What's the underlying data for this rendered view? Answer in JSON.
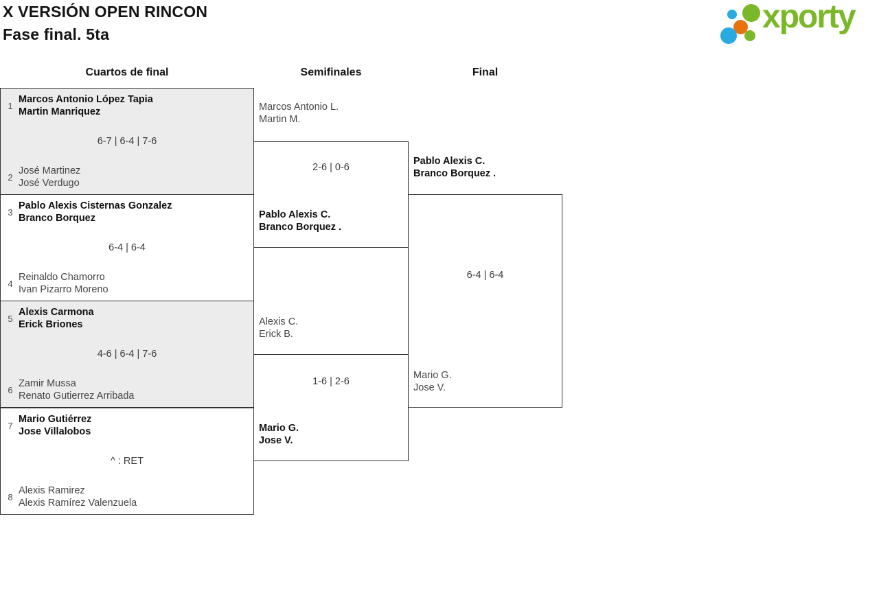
{
  "header": {
    "title": "X VERSIÓN OPEN RINCON",
    "subtitle": "Fase final. 5ta"
  },
  "logo": {
    "brand": "xporty",
    "colors": {
      "green": "#7ab829",
      "blue": "#29abe2",
      "orange": "#e8730e"
    }
  },
  "columns": [
    {
      "label": "Cuartos de final"
    },
    {
      "label": "Semifinales"
    },
    {
      "label": "Final"
    }
  ],
  "quarterfinals": [
    {
      "shaded": true,
      "team1": {
        "seed": "1",
        "players": [
          "Marcos Antonio López Tapia",
          "Martin Manriquez"
        ],
        "winner": true
      },
      "score": "6-7 | 6-4 | 7-6",
      "team2": {
        "seed": "2",
        "players": [
          "José Martinez",
          "José Verdugo"
        ],
        "winner": false
      }
    },
    {
      "shaded": false,
      "team1": {
        "seed": "3",
        "players": [
          "Pablo Alexis Cisternas Gonzalez",
          "Branco Borquez"
        ],
        "winner": true
      },
      "score": "6-4 | 6-4",
      "team2": {
        "seed": "4",
        "players": [
          "Reinaldo Chamorro",
          "Ivan Pizarro Moreno"
        ],
        "winner": false
      }
    },
    {
      "shaded": true,
      "team1": {
        "seed": "5",
        "players": [
          "Alexis Carmona",
          "Erick Briones"
        ],
        "winner": true
      },
      "score": "4-6 | 6-4 | 7-6",
      "team2": {
        "seed": "6",
        "players": [
          "Zamir Mussa",
          "Renato Gutierrez Arribada"
        ],
        "winner": false
      }
    },
    {
      "shaded": false,
      "team1": {
        "seed": "7",
        "players": [
          "Mario Gutiérrez",
          "Jose Villalobos"
        ],
        "winner": true
      },
      "score": "^ : RET",
      "team2": {
        "seed": "8",
        "players": [
          "Alexis Ramirez",
          "Alexis Ramírez Valenzuela"
        ],
        "winner": false
      }
    }
  ],
  "semifinals": [
    {
      "team1": {
        "players": [
          "Marcos Antonio L.",
          "Martin M."
        ],
        "winner": false
      },
      "score": "2-6 | 0-6",
      "team2": {
        "players": [
          "Pablo Alexis C.",
          "Branco Borquez ."
        ],
        "winner": true
      }
    },
    {
      "team1": {
        "players": [
          "Alexis C.",
          "Erick B."
        ],
        "winner": false
      },
      "score": "1-6 | 2-6",
      "team2": {
        "players": [
          "Mario G.",
          "Jose V."
        ],
        "winner": true
      }
    }
  ],
  "final": {
    "team1": {
      "players": [
        "Pablo Alexis C.",
        "Branco Borquez ."
      ],
      "winner": true
    },
    "score": "6-4 | 6-4",
    "team2": {
      "players": [
        "Mario G.",
        "Jose V."
      ],
      "winner": false
    }
  }
}
